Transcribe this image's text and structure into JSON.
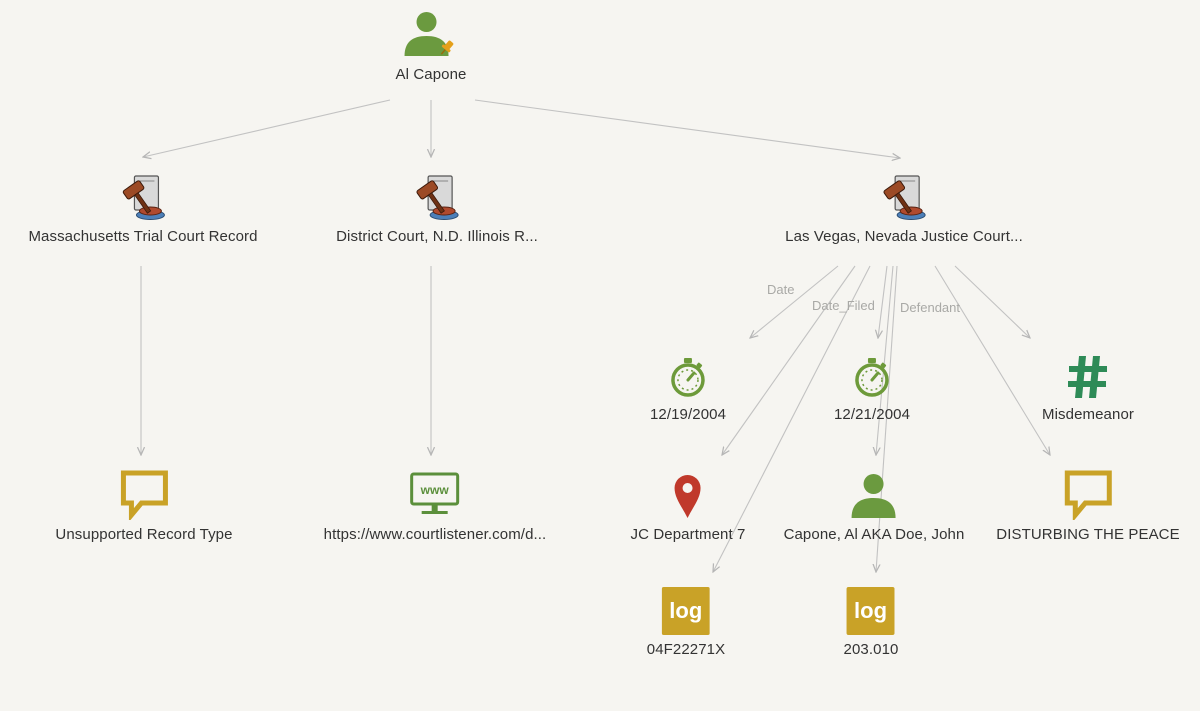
{
  "colors": {
    "person": "#6b9a3f",
    "pin": "#e4a01b",
    "comment": "#c9a227",
    "www": "#5b8f3b",
    "clock": "#6d9a3a",
    "hash": "#2e8b57",
    "location": "#c0392b",
    "log": "#c9a227",
    "edge": "#c2c2c2"
  },
  "nodes": {
    "root": {
      "label": "Al Capone",
      "icon": "person-icon"
    },
    "ma_court": {
      "label": "Massachusetts Trial Court Record",
      "icon": "gavel-icon"
    },
    "il_court": {
      "label": "District Court, N.D. Illinois R...",
      "icon": "gavel-icon"
    },
    "nv_court": {
      "label": "Las Vegas, Nevada Justice Court...",
      "icon": "gavel-icon"
    },
    "unsupported": {
      "label": "Unsupported Record Type",
      "icon": "comment-icon"
    },
    "url": {
      "label": "https://www.courtlistener.com/d...",
      "icon": "www-icon"
    },
    "date1": {
      "label": "12/19/2004",
      "icon": "stopwatch-icon"
    },
    "date2": {
      "label": "12/21/2004",
      "icon": "stopwatch-icon"
    },
    "misdemeanor": {
      "label": "Misdemeanor",
      "icon": "hash-icon"
    },
    "location": {
      "label": "JC Department 7",
      "icon": "map-pin-icon"
    },
    "defendant": {
      "label": "Capone, Al  AKA  Doe, John",
      "icon": "person-icon"
    },
    "charge": {
      "label": "DISTURBING THE PEACE",
      "icon": "comment-icon"
    },
    "case_no": {
      "label": "04F22271X",
      "icon": "log-icon"
    },
    "statute": {
      "label": "203.010",
      "icon": "log-icon"
    }
  },
  "icons": {
    "log_text": "log",
    "www_text": "www"
  },
  "edge_labels": {
    "date": "Date",
    "date_filed": "Date_Filed",
    "defendant": "Defendant"
  }
}
